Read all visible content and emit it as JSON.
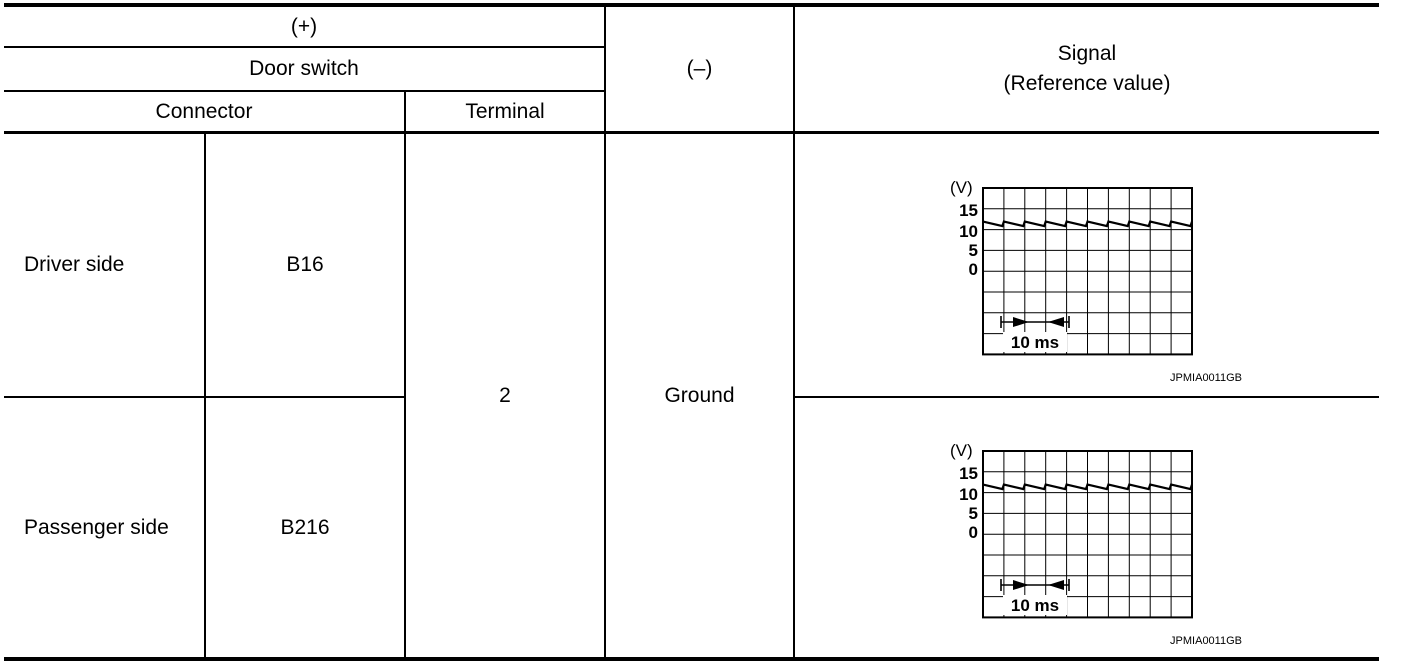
{
  "header": {
    "plus": "(+)",
    "component": "Door switch",
    "connector": "Connector",
    "terminal": "Terminal",
    "minus": "(–)",
    "signal_line1": "Signal",
    "signal_line2": "(Reference value)"
  },
  "rows": [
    {
      "side": "Driver side",
      "connector": "B16"
    },
    {
      "side": "Passenger side",
      "connector": "B216"
    }
  ],
  "terminal_value": "2",
  "minus_value": "Ground",
  "waveform": {
    "unit_label": "(V)",
    "y_ticks": [
      "15",
      "10",
      "5",
      "0"
    ],
    "time_label": "10 ms",
    "figure_code": "JPMIA0011GB",
    "level_volts": 12
  }
}
